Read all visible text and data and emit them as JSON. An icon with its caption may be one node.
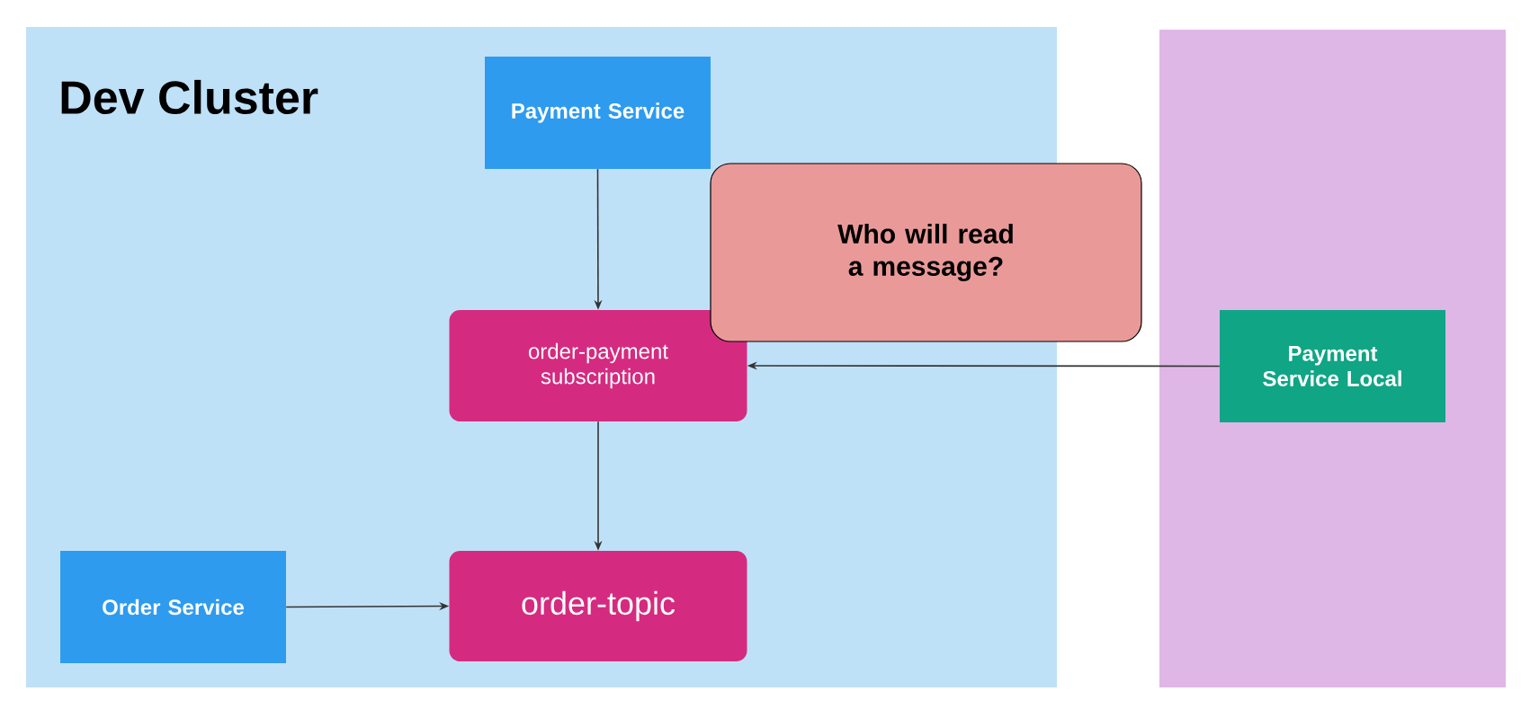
{
  "diagram": {
    "nodes": [
      {
        "text": [
          "Dev Cluster"
        ]
      },
      {
        "text": [
          "Payment Service"
        ],
        "in": 0
      },
      {
        "text": [
          "order-payment subscription"
        ],
        "in": 0
      },
      {
        "text": [
          "Order Service"
        ],
        "in": 0
      },
      {
        "text": [
          "order-topic"
        ],
        "in": 0
      },
      {
        "text": [],
        "shape": "box"
      },
      {
        "text": [
          "Payment Service Local"
        ],
        "in": 5
      },
      {
        "text": [
          "Who will read a message?"
        ]
      }
    ],
    "edges": [
      {
        "from": 1,
        "to": 2,
        "arrow": "to"
      },
      {
        "from": 2,
        "to": 4,
        "arrow": "to"
      },
      {
        "from": 3,
        "to": 4,
        "arrow": "to"
      },
      {
        "from": 6,
        "to": 2,
        "arrow": "to"
      }
    ]
  }
}
